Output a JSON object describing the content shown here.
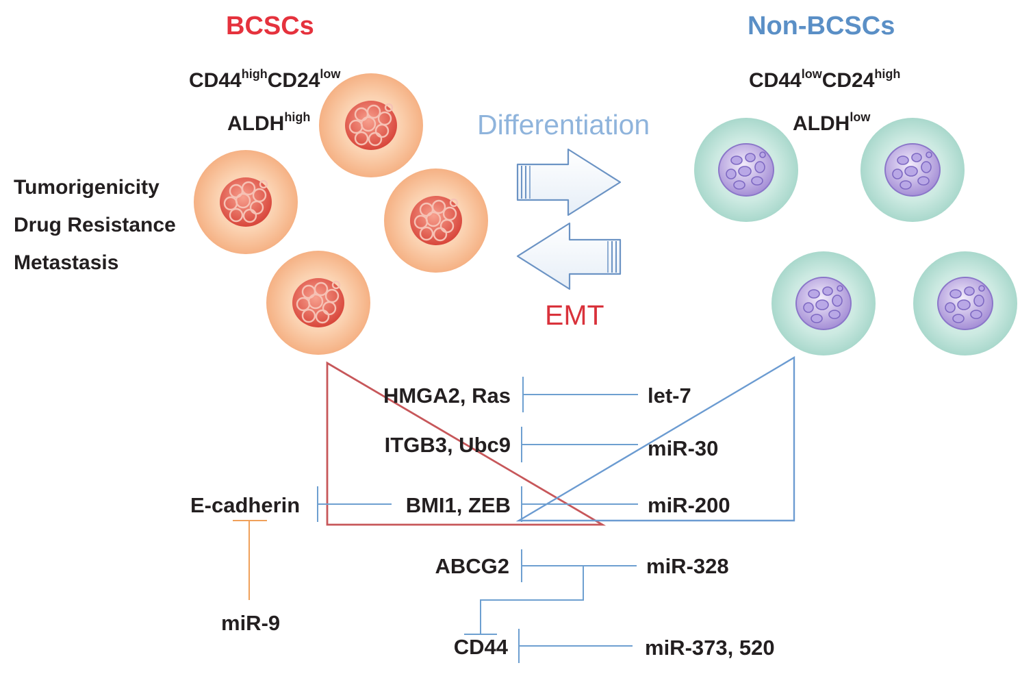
{
  "colors": {
    "bcsc": "#e5323d",
    "non_bcsc": "#5a8fc6",
    "differentiation": "#8fb4dc",
    "emt": "#d9323b",
    "text": "#231f20",
    "bcsc_cell": "#f6b98a",
    "non_bcsc_cell": "#bfe3d8",
    "inhibit_line": "#6d9fd0",
    "mir9_line": "#f0a05a",
    "triangle_red": "#c7575a",
    "triangle_blue": "#6b9bd1"
  },
  "bcsc": {
    "title": "BCSCs",
    "marker_cd44": "CD44",
    "marker_cd44_sup": "high",
    "marker_cd24": "CD24",
    "marker_cd24_sup": "low",
    "marker_aldh": "ALDH",
    "marker_aldh_sup": "high",
    "properties": [
      "Tumorigenicity",
      "Drug Resistance",
      "Metastasis"
    ]
  },
  "non_bcsc": {
    "title": "Non-BCSCs",
    "marker_cd44": "CD44",
    "marker_cd44_sup": "low",
    "marker_cd24": "CD24",
    "marker_cd24_sup": "high",
    "marker_aldh": "ALDH",
    "marker_aldh_sup": "low"
  },
  "processes": {
    "forward": "Differentiation",
    "reverse": "EMT"
  },
  "regulation": {
    "targets": [
      "HMGA2, Ras",
      "ITGB3, Ubc9",
      "BMI1, ZEB",
      "ABCG2",
      "CD44"
    ],
    "mirnas": [
      "let-7",
      "miR-30",
      "miR-200",
      "miR-328",
      "miR-373, 520"
    ],
    "e_cadherin": "E-cadherin",
    "mir9": "miR-9"
  }
}
